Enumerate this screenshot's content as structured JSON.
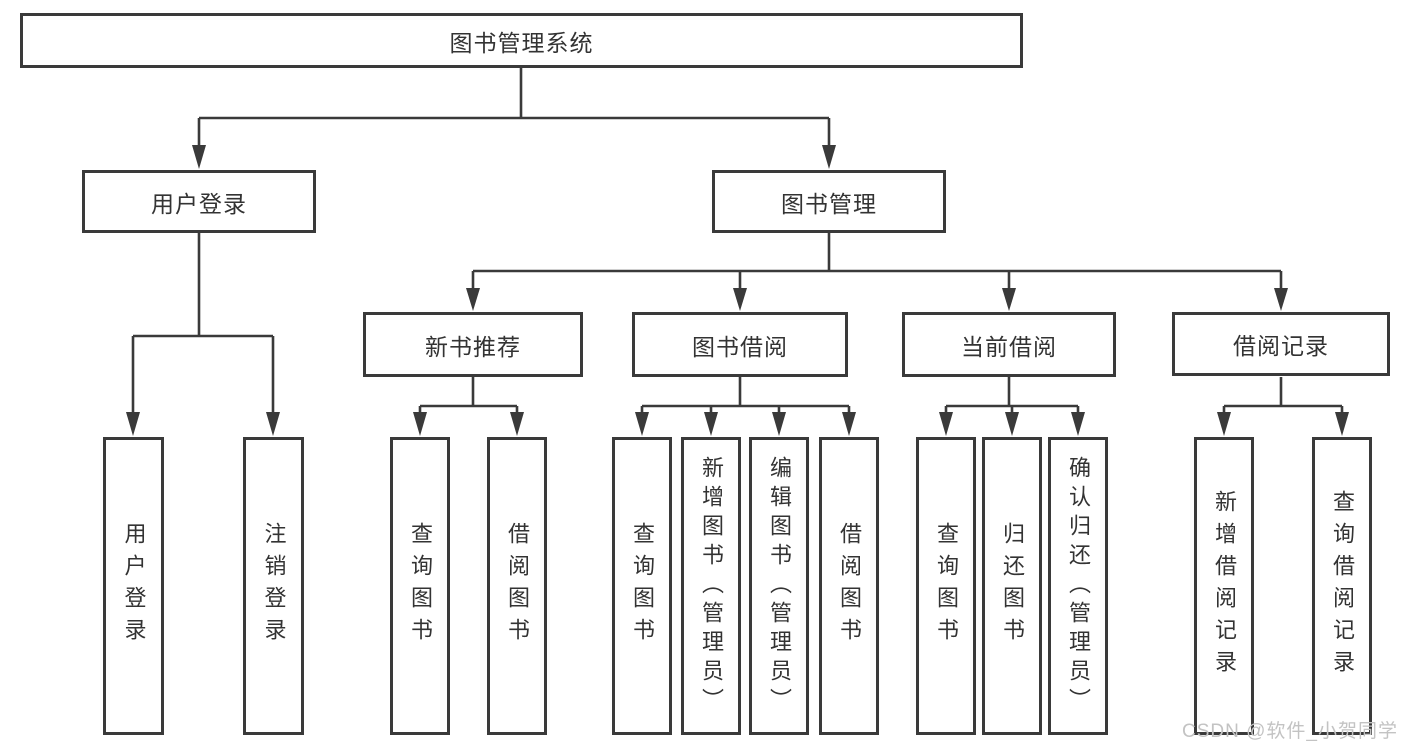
{
  "diagram": {
    "root": "图书管理系统",
    "level2": {
      "user_login": "用户登录",
      "book_mgmt": "图书管理"
    },
    "level3": {
      "recommend": "新书推荐",
      "borrow": "图书借阅",
      "current": "当前借阅",
      "records": "借阅记录"
    },
    "leaves": {
      "login": [
        "用户登录",
        "注销登录"
      ],
      "recommend": [
        "查询图书",
        "借阅图书"
      ],
      "borrow": [
        "查询图书",
        "新增图书（管理员）",
        "编辑图书（管理员）",
        "借阅图书"
      ],
      "current": [
        "查询图书",
        "归还图书",
        "确认归还（管理员）"
      ],
      "records": [
        "新增借阅记录",
        "查询借阅记录"
      ]
    }
  },
  "watermark": "CSDN @软件_小贺同学",
  "colors": {
    "line": "#3a3a3a",
    "text": "#333333",
    "watermark": "#c3c3c3",
    "background": "#ffffff"
  }
}
